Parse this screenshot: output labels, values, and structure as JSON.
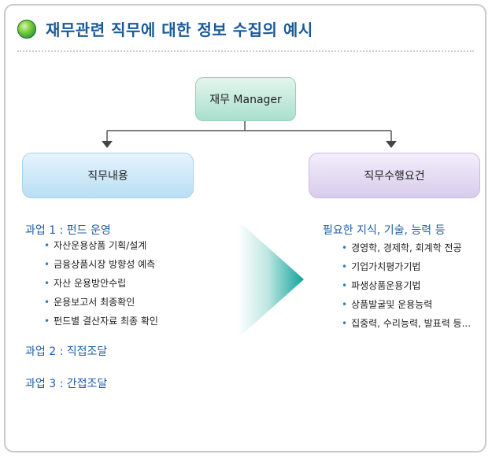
{
  "title": "재무관련 직무에 대한 정보 수집의 예시",
  "manager_label": "재무 Manager",
  "left_header": "직무내용",
  "right_header": "직무수행요건",
  "tasks": [
    {
      "title": "과업 1 : 펀드 운영",
      "items": [
        "자산운용상품 기획/설계",
        "금융상품시장 방향성 예측",
        "자산 운용방안수립",
        "운용보고서 최종확인",
        "펀드별 결산자료 최종 확인"
      ]
    },
    {
      "title": "과업 2 : 직접조달",
      "items": []
    },
    {
      "title": "과업 3 : 간접조달",
      "items": []
    }
  ],
  "requirements": {
    "title": "필요한 지식, 기술, 능력 등",
    "items": [
      "경영학, 경제학, 회계학 전공",
      "기업가치평가기법",
      "파생상품운용기법",
      "상품발굴및 운용능력",
      "집중력, 수리능력, 발표력 등..."
    ]
  },
  "colors": {
    "title": "#1a5a99",
    "task_title": "#1f5ea8",
    "manager_box": "#a9dfcd",
    "left_box": "#b9def4",
    "right_box": "#d8ccec",
    "arrow": "#1aa8a0"
  },
  "icons": {
    "title_bullet": "green-sphere-icon",
    "bullet": "dot-bullet"
  }
}
